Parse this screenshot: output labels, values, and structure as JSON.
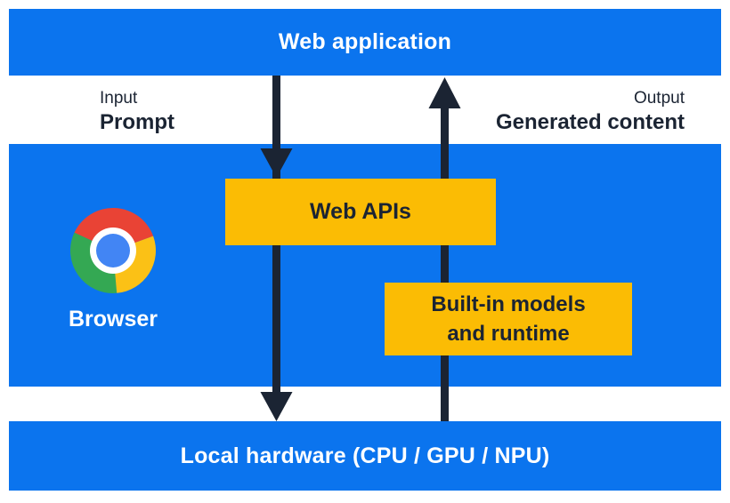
{
  "colors": {
    "panel_blue": "#0b74ee",
    "box_yellow": "#fbbc04",
    "navy": "#1b2433",
    "white_text": "#ffffff",
    "chrome_red": "#e94335",
    "chrome_green": "#34a853",
    "chrome_yellow": "#fbc116",
    "chrome_blue": "#4285f4"
  },
  "top_bar": {
    "label": "Web application"
  },
  "io": {
    "input_title": "Input",
    "input_value": "Prompt",
    "output_title": "Output",
    "output_value": "Generated content"
  },
  "panel": {
    "browser_label": "Browser",
    "web_apis": "Web APIs",
    "builtin_line1": "Built-in models",
    "builtin_line2": "and runtime"
  },
  "bottom_bar": {
    "label": "Local hardware (CPU / GPU / NPU)"
  }
}
